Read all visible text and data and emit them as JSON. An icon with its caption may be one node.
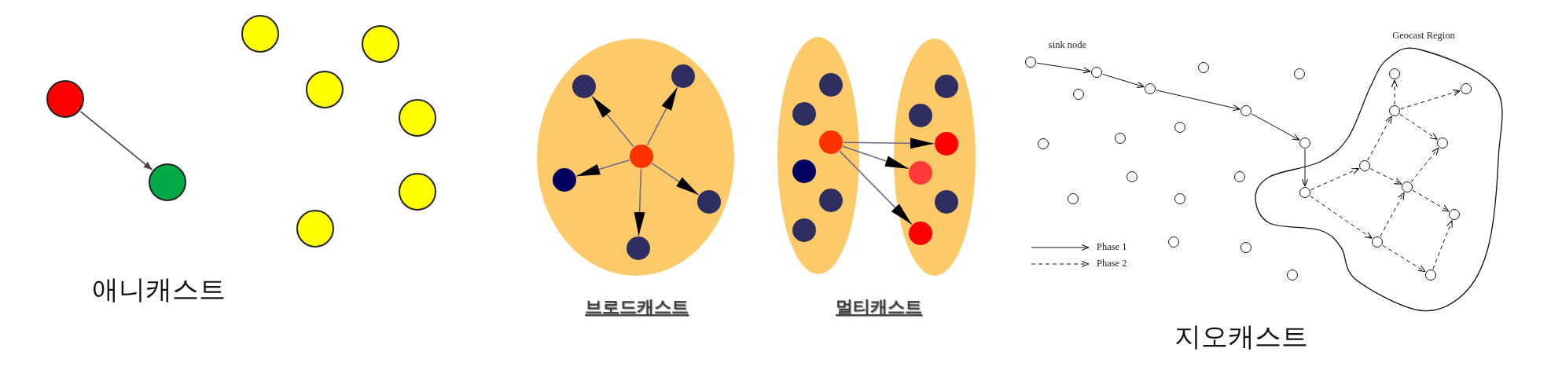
{
  "diagram": {
    "nodes": [
      {
        "text": [],
        "shape": "circle"
      },
      {
        "text": [],
        "shape": "circle"
      },
      {
        "text": [],
        "shape": "circle"
      },
      {
        "text": [],
        "shape": "circle"
      },
      {
        "text": [],
        "shape": "circle"
      },
      {
        "text": [],
        "shape": "circle"
      },
      {
        "text": [],
        "shape": "circle"
      },
      {
        "text": [],
        "shape": "circle"
      },
      {
        "text": [],
        "shape": "ellipse"
      },
      {
        "text": [],
        "shape": "circle",
        "in": 8
      },
      {
        "text": [],
        "shape": "circle",
        "in": 8
      },
      {
        "text": [],
        "shape": "circle",
        "in": 8
      },
      {
        "text": [],
        "shape": "circle",
        "in": 8
      },
      {
        "text": [],
        "shape": "circle",
        "in": 8
      },
      {
        "text": [],
        "shape": "circle",
        "in": 8
      },
      {
        "text": [],
        "shape": "ellipse"
      },
      {
        "text": [],
        "shape": "circle",
        "in": 15
      },
      {
        "text": [],
        "shape": "circle",
        "in": 15
      },
      {
        "text": [],
        "shape": "circle",
        "in": 15
      },
      {
        "text": [],
        "shape": "circle",
        "in": 15
      },
      {
        "text": [],
        "shape": "circle",
        "in": 15
      },
      {
        "text": [],
        "shape": "circle",
        "in": 15
      },
      {
        "text": [],
        "shape": "ellipse"
      },
      {
        "text": [],
        "shape": "circle",
        "in": 22
      },
      {
        "text": [],
        "shape": "circle",
        "in": 22
      },
      {
        "text": [],
        "shape": "circle",
        "in": 22
      },
      {
        "text": [],
        "shape": "circle",
        "in": 22
      },
      {
        "text": [],
        "shape": "circle",
        "in": 22
      },
      {
        "text": [],
        "shape": "circle",
        "in": 22
      },
      {
        "text": [],
        "shape": "circle",
        "beside": [
          "sink node"
        ]
      },
      {
        "text": [],
        "shape": "circle"
      },
      {
        "text": [],
        "shape": "circle"
      },
      {
        "text": [],
        "shape": "circle"
      },
      {
        "text": [],
        "shape": "circle"
      },
      {
        "text": [
          "Geocast Region"
        ]
      },
      {
        "text": [],
        "shape": "circle",
        "in": 34
      },
      {
        "text": [],
        "shape": "circle",
        "in": 34
      },
      {
        "text": [],
        "shape": "circle",
        "in": 34
      },
      {
        "text": [],
        "shape": "circle",
        "in": 34
      },
      {
        "text": [],
        "shape": "circle",
        "in": 34
      },
      {
        "text": [],
        "shape": "circle",
        "in": 34
      },
      {
        "text": [],
        "shape": "circle",
        "in": 34
      },
      {
        "text": [],
        "shape": "circle",
        "in": 34
      },
      {
        "text": [],
        "shape": "circle",
        "in": 34
      },
      {
        "text": [],
        "shape": "circle",
        "in": 34
      },
      {
        "text": [],
        "shape": "circle"
      },
      {
        "text": [],
        "shape": "circle"
      },
      {
        "text": [],
        "shape": "circle"
      },
      {
        "text": [],
        "shape": "circle"
      },
      {
        "text": [],
        "shape": "circle"
      },
      {
        "text": [],
        "shape": "circle"
      },
      {
        "text": [],
        "shape": "circle"
      },
      {
        "text": [],
        "shape": "circle"
      },
      {
        "text": [],
        "shape": "circle"
      },
      {
        "text": [],
        "shape": "circle"
      },
      {
        "text": [],
        "shape": "circle"
      },
      {
        "text": [],
        "shape": "circle"
      },
      {
        "text": [],
        "shape": "circle"
      }
    ],
    "edges": [
      {
        "from": 0,
        "to": 1,
        "arrow": "to",
        "color": "#444444"
      },
      {
        "from": 9,
        "to": 10,
        "arrow": "to",
        "color": "#6a6a8a"
      },
      {
        "from": 9,
        "to": 11,
        "arrow": "to",
        "color": "#6a6a8a"
      },
      {
        "from": 9,
        "to": 12,
        "arrow": "to",
        "color": "#6a6a8a"
      },
      {
        "from": 9,
        "to": 13,
        "arrow": "to",
        "color": "#6a6a8a"
      },
      {
        "from": 9,
        "to": 14,
        "arrow": "to",
        "color": "#6a6a8a"
      },
      {
        "from": 18,
        "to": 25,
        "arrow": "to",
        "color": "#6a6a8a"
      },
      {
        "from": 18,
        "to": 26,
        "arrow": "to",
        "color": "#6a6a8a"
      },
      {
        "from": 18,
        "to": 28,
        "arrow": "to",
        "color": "#6a6a8a"
      },
      {
        "from": 29,
        "to": 30,
        "arrow": "to"
      },
      {
        "from": 30,
        "to": 31,
        "arrow": "to"
      },
      {
        "from": 31,
        "to": 32,
        "arrow": "to"
      },
      {
        "from": 32,
        "to": 33,
        "arrow": "to"
      },
      {
        "from": 33,
        "to": 35,
        "arrow": "to"
      },
      {
        "from": 35,
        "to": 40,
        "arrow": "to",
        "style": "dashed"
      },
      {
        "from": 35,
        "to": 43,
        "arrow": "to",
        "style": "dashed"
      },
      {
        "from": 40,
        "to": 38,
        "arrow": "to",
        "style": "dashed"
      },
      {
        "from": 38,
        "to": 36,
        "arrow": "to",
        "style": "dashed"
      },
      {
        "from": 38,
        "to": 37,
        "arrow": "to",
        "style": "dashed"
      },
      {
        "from": 38,
        "to": 39,
        "arrow": "to",
        "style": "dashed"
      },
      {
        "from": 40,
        "to": 41,
        "arrow": "to",
        "style": "dashed"
      },
      {
        "from": 41,
        "to": 39,
        "arrow": "to",
        "style": "dashed"
      },
      {
        "from": 43,
        "to": 41,
        "arrow": "to",
        "style": "dashed"
      },
      {
        "from": 41,
        "to": 42,
        "arrow": "to",
        "style": "dashed"
      },
      {
        "from": 43,
        "to": 44,
        "arrow": "to",
        "style": "dashed"
      },
      {
        "from": 44,
        "to": 42,
        "arrow": "to",
        "style": "dashed"
      }
    ],
    "labels": [
      "애니캐스트",
      "브로드캐스트",
      "멀티캐스트",
      "지오캐스트"
    ],
    "legend": [
      {
        "text": "Phase 1"
      },
      {
        "text": "Phase 2"
      }
    ]
  }
}
